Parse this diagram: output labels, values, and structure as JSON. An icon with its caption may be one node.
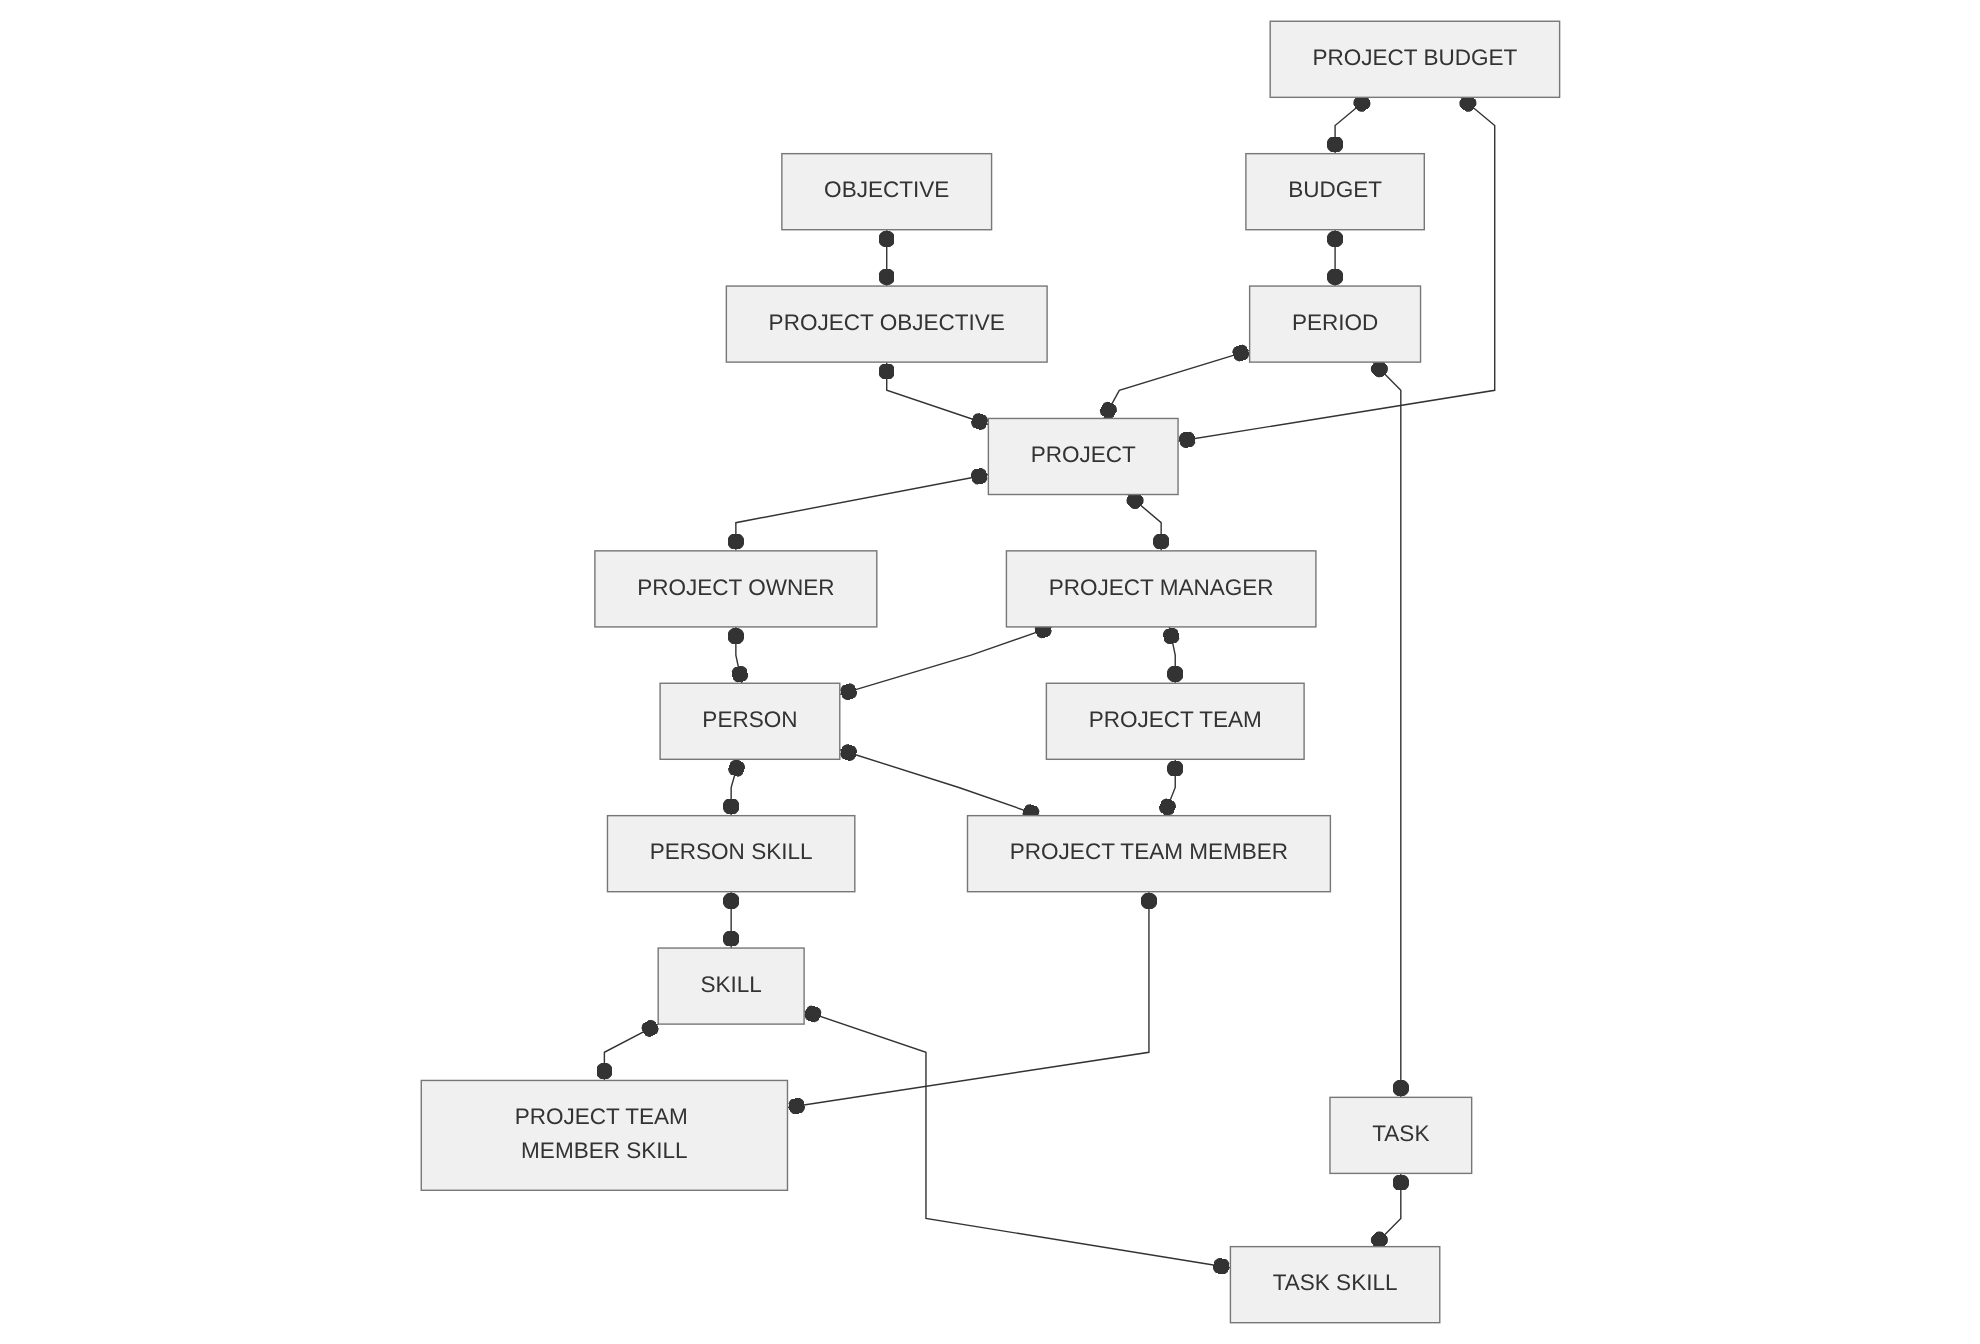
{
  "diagram": {
    "nodes": [
      {
        "text": [
          "OBJECTIVE"
        ]
      },
      {
        "text": [
          "PROJECT BUDGET"
        ]
      },
      {
        "text": [
          "BUDGET"
        ]
      },
      {
        "text": [
          "PERIOD"
        ]
      },
      {
        "text": [
          "PROJECT OBJECTIVE"
        ]
      },
      {
        "text": [
          "PROJECT"
        ]
      },
      {
        "text": [
          "PROJECT OWNER"
        ]
      },
      {
        "text": [
          "PROJECT MANAGER"
        ]
      },
      {
        "text": [
          "PERSON"
        ]
      },
      {
        "text": [
          "PERSON SKILL"
        ]
      },
      {
        "text": [
          "SKILL"
        ]
      },
      {
        "text": [
          "PROJECT TEAM"
        ]
      },
      {
        "text": [
          "PROJECT TEAM MEMBER"
        ]
      },
      {
        "text": [
          "PROJECT TEAM MEMBER SKILL"
        ]
      },
      {
        "text": [
          "TASK"
        ]
      },
      {
        "text": [
          "TASK SKILL"
        ]
      }
    ],
    "edges": [
      {
        "from": 0,
        "to": 4,
        "arrow": "other"
      },
      {
        "from": 1,
        "to": 2,
        "arrow": "other"
      },
      {
        "from": 1,
        "to": 5,
        "arrow": "other"
      },
      {
        "from": 2,
        "to": 3,
        "arrow": "other"
      },
      {
        "from": 3,
        "to": 5,
        "arrow": "other"
      },
      {
        "from": 4,
        "to": 5,
        "arrow": "other"
      },
      {
        "from": 5,
        "to": 6,
        "arrow": "other"
      },
      {
        "from": 5,
        "to": 7,
        "arrow": "other"
      },
      {
        "from": 6,
        "to": 8,
        "arrow": "other"
      },
      {
        "from": 7,
        "to": 8,
        "arrow": "other"
      },
      {
        "from": 8,
        "to": 9,
        "arrow": "other"
      },
      {
        "from": 9,
        "to": 10,
        "arrow": "other"
      },
      {
        "from": 7,
        "to": 11,
        "arrow": "other"
      },
      {
        "from": 8,
        "to": 12,
        "arrow": "other"
      },
      {
        "from": 11,
        "to": 12,
        "arrow": "other"
      },
      {
        "from": 12,
        "to": 13,
        "arrow": "other"
      },
      {
        "from": 10,
        "to": 13,
        "arrow": "other"
      },
      {
        "from": 3,
        "to": 14,
        "arrow": "other"
      },
      {
        "from": 14,
        "to": 15,
        "arrow": "other"
      },
      {
        "from": 10,
        "to": 15,
        "arrow": "other"
      }
    ]
  }
}
